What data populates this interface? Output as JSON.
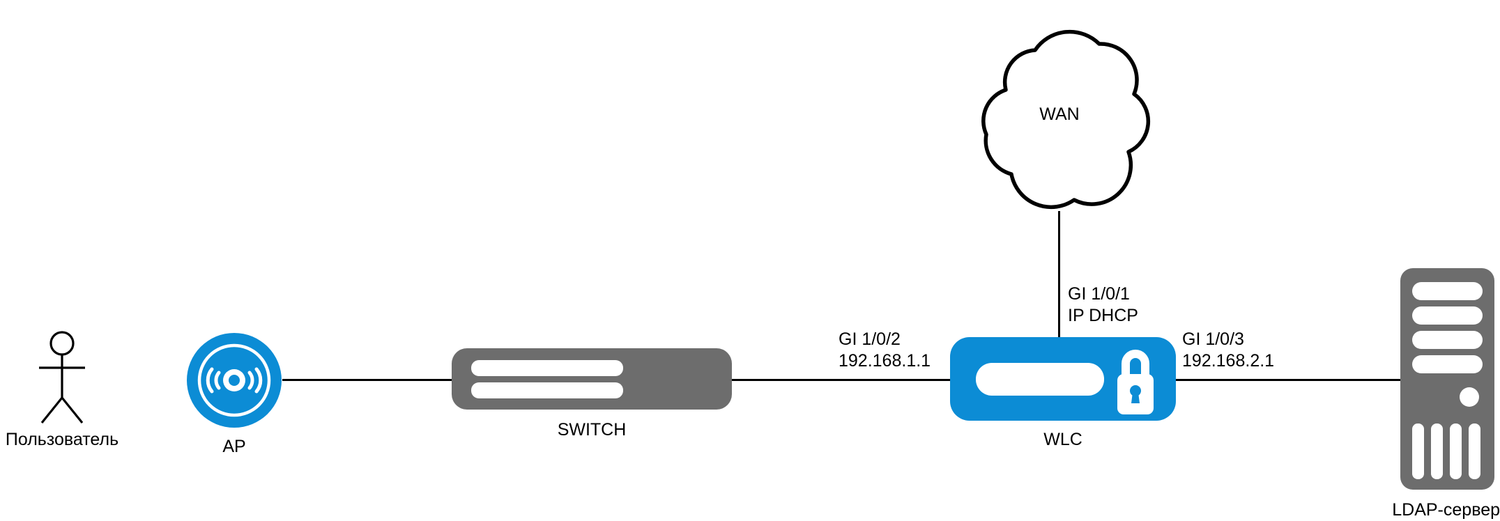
{
  "diagram": {
    "title": "WLAN topology with WLC, AP, switch, WAN and LDAP server",
    "background": "#ffffff",
    "colors": {
      "accent_blue": "#0C8CD5",
      "device_gray": "#6D6D6D",
      "line_black": "#000000",
      "fill_white": "#ffffff"
    },
    "nodes": [
      {
        "id": "user",
        "label": "Пользователь",
        "icon": "stick-figure-icon",
        "color": "#000000"
      },
      {
        "id": "ap",
        "label": "AP",
        "icon": "wireless-access-point-icon",
        "color": "#0C8CD5"
      },
      {
        "id": "switch",
        "label": "SWITCH",
        "icon": "network-switch-icon",
        "color": "#6D6D6D"
      },
      {
        "id": "wlc",
        "label": "WLC",
        "icon": "wireless-lan-controller-icon",
        "color": "#0C8CD5"
      },
      {
        "id": "wan",
        "label": "WAN",
        "icon": "cloud-icon",
        "color": "#000000"
      },
      {
        "id": "ldap",
        "label": "LDAP-сервер",
        "icon": "server-tower-icon",
        "color": "#6D6D6D"
      }
    ],
    "links": [
      {
        "id": "ap-switch",
        "from": "ap",
        "to": "switch"
      },
      {
        "id": "switch-wlc",
        "from": "switch",
        "to": "wlc"
      },
      {
        "id": "wan-wlc",
        "from": "wan",
        "to": "wlc"
      },
      {
        "id": "wlc-ldap",
        "from": "wlc",
        "to": "ldap"
      }
    ],
    "interface_labels": [
      {
        "id": "gi1",
        "interface": "GI 1/0/1",
        "address": "IP DHCP",
        "link": "wan-wlc"
      },
      {
        "id": "gi2",
        "interface": "GI 1/0/2",
        "address": "192.168.1.1",
        "link": "switch-wlc"
      },
      {
        "id": "gi3",
        "interface": "GI 1/0/3",
        "address": "192.168.2.1",
        "link": "wlc-ldap"
      }
    ]
  }
}
